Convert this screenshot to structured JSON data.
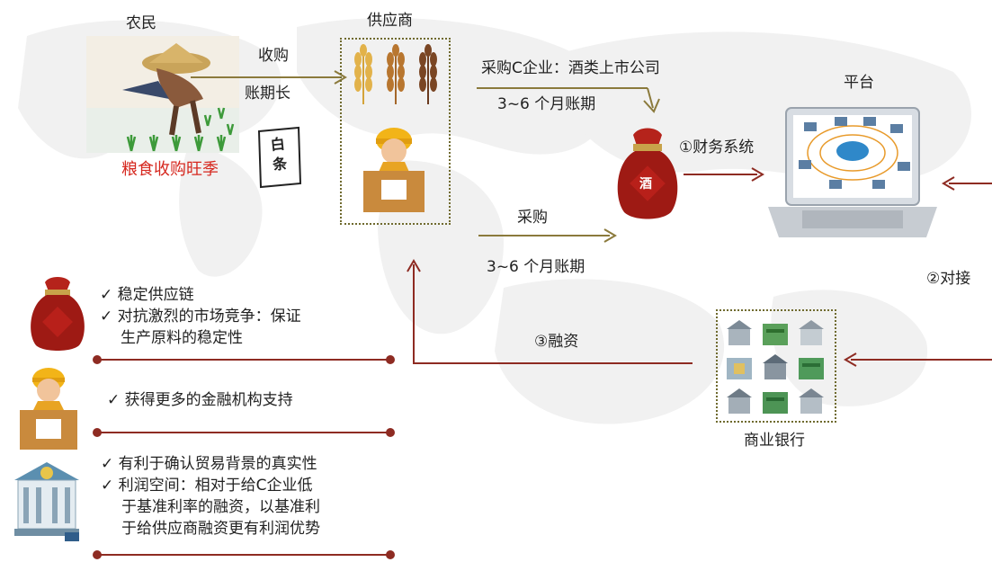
{
  "farmer": {
    "title": "农民",
    "caption": "粮食收购旺季",
    "note_text": "白条"
  },
  "supplier": {
    "title": "供应商"
  },
  "arrow_purchase": {
    "line1": "收购",
    "line2": "账期长"
  },
  "arrow_c_enterprise": {
    "line1": "采购C企业：酒类上市公司",
    "line2": "3~6 个月账期"
  },
  "arrow_procure": {
    "line1": "采购",
    "line2": "3~6 个月账期"
  },
  "finance_system": {
    "label": "①财务系统"
  },
  "platform": {
    "title": "平台"
  },
  "connect": {
    "label": "②对接"
  },
  "financing": {
    "label": "③融资"
  },
  "bank": {
    "title": "商业银行"
  },
  "benefits": {
    "liquor": {
      "items": [
        "稳定供应链",
        "对抗激烈的市场竞争：保证"
      ],
      "continuation": "生产原料的稳定性"
    },
    "supplier": {
      "items": [
        "获得更多的金融机构支持"
      ]
    },
    "bank": {
      "items": [
        "有利于确认贸易背景的真实性",
        "利润空间：相对于给C企业低"
      ],
      "continuation1": "于基准利率的融资，以基准利",
      "continuation2": "于给供应商融资更有利润优势"
    }
  },
  "icons": {
    "check": "✓",
    "liquor_char": "酒"
  },
  "colors": {
    "arrow_red": "#8e2b22",
    "arrow_olive": "#8b7a3c",
    "dotted_border": "#6f6a2e",
    "caption_red": "#d6281f",
    "jar_red": "#9e1a14"
  }
}
